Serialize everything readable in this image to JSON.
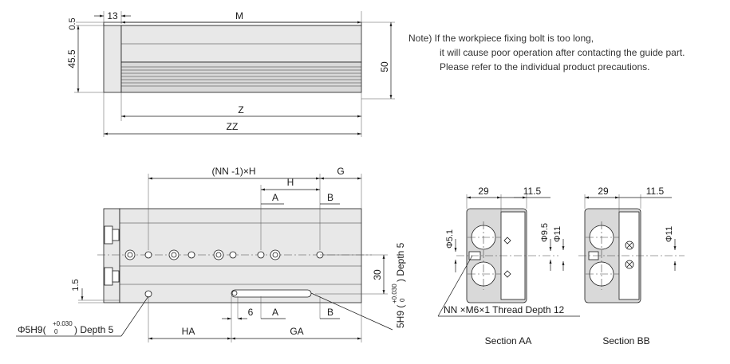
{
  "note": {
    "line1": "Note) If the workpiece fixing bolt is too long,",
    "line2": "it will cause poor operation after contacting the guide part.",
    "line3": "Please refer to the individual product precautions."
  },
  "side_view": {
    "dim_top_thickness": "0.5",
    "dim_end_plate": "13",
    "dim_length": "M",
    "dim_height_left": "45.5",
    "dim_height_right": "50",
    "dim_z": "Z",
    "dim_zz": "ZZ"
  },
  "plan_view": {
    "dim_nn_pitch": "(NN -1)×H",
    "dim_g": "G",
    "dim_h": "H",
    "section_a_top": "A",
    "section_b_top": "B",
    "section_a_bottom": "A",
    "section_b_bottom": "B",
    "dim_6": "6",
    "dim_ha": "HA",
    "dim_ga": "GA",
    "dim_1_5": "1.5",
    "dim_30": "30",
    "hole_left": "Φ5H9(",
    "hole_left_tol_top": "+0.030",
    "hole_left_tol_bottom": "0",
    "hole_left_depth": ") Depth 5",
    "hole_right": "5H9 (",
    "hole_right_tol_top": "+0.030",
    "hole_right_tol_bottom": "0",
    "hole_right_depth": ") Depth 5"
  },
  "section_aa": {
    "dim_29": "29",
    "dim_11_5": "11.5",
    "dim_phi5_1": "Φ5.1",
    "dim_phi9_5": "Φ9.5",
    "dim_phi11": "Φ11",
    "thread_note": "NN ×M6×1 Thread Depth 12",
    "caption": "Section AA"
  },
  "section_bb": {
    "dim_29": "29",
    "dim_11_5": "11.5",
    "dim_phi11": "Φ11",
    "caption": "Section BB"
  }
}
